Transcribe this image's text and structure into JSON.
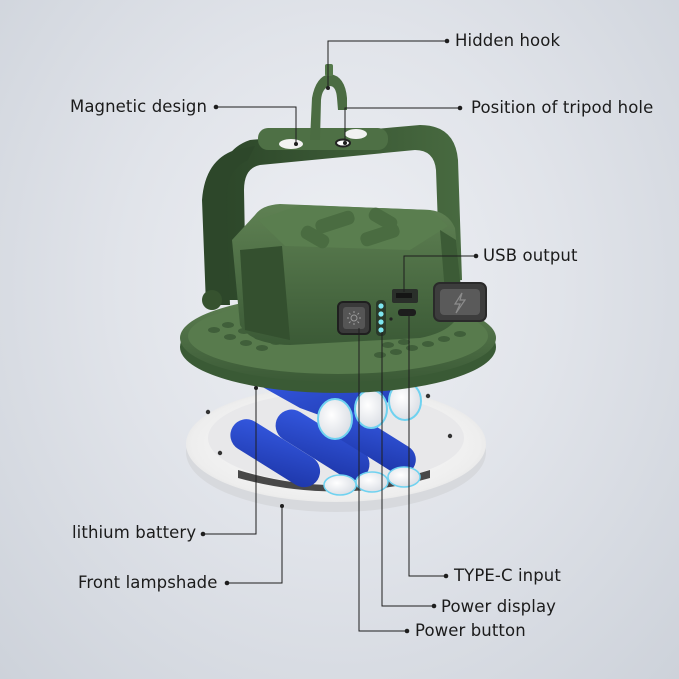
{
  "diagram": {
    "subject": "Portable camping lantern / power bank (exploded view)",
    "colors": {
      "background": "#dfe3e9",
      "body_green": "#4f6f45",
      "body_green_dark": "#2f4a2c",
      "battery_blue": "#2846c4",
      "lampshade_white": "#f4f4f4",
      "led_cyan": "#7fe6f0",
      "leader_line": "#222222"
    },
    "callouts": [
      {
        "id": "hidden-hook",
        "label": "Hidden hook",
        "side": "right"
      },
      {
        "id": "magnetic-design",
        "label": "Magnetic design",
        "side": "left"
      },
      {
        "id": "tripod-hole",
        "label": "Position of tripod hole",
        "side": "right"
      },
      {
        "id": "usb-output",
        "label": "USB output",
        "side": "right"
      },
      {
        "id": "lithium-battery",
        "label": "lithium battery",
        "side": "left"
      },
      {
        "id": "front-lampshade",
        "label": "Front lampshade",
        "side": "left"
      },
      {
        "id": "type-c-input",
        "label": "TYPE-C input",
        "side": "right"
      },
      {
        "id": "power-display",
        "label": "Power display",
        "side": "right"
      },
      {
        "id": "power-button",
        "label": "Power button",
        "side": "right"
      }
    ],
    "power_display_leds": 4,
    "icons": {
      "power_button": "sun-icon",
      "port_cover": "lightning-icon"
    }
  }
}
